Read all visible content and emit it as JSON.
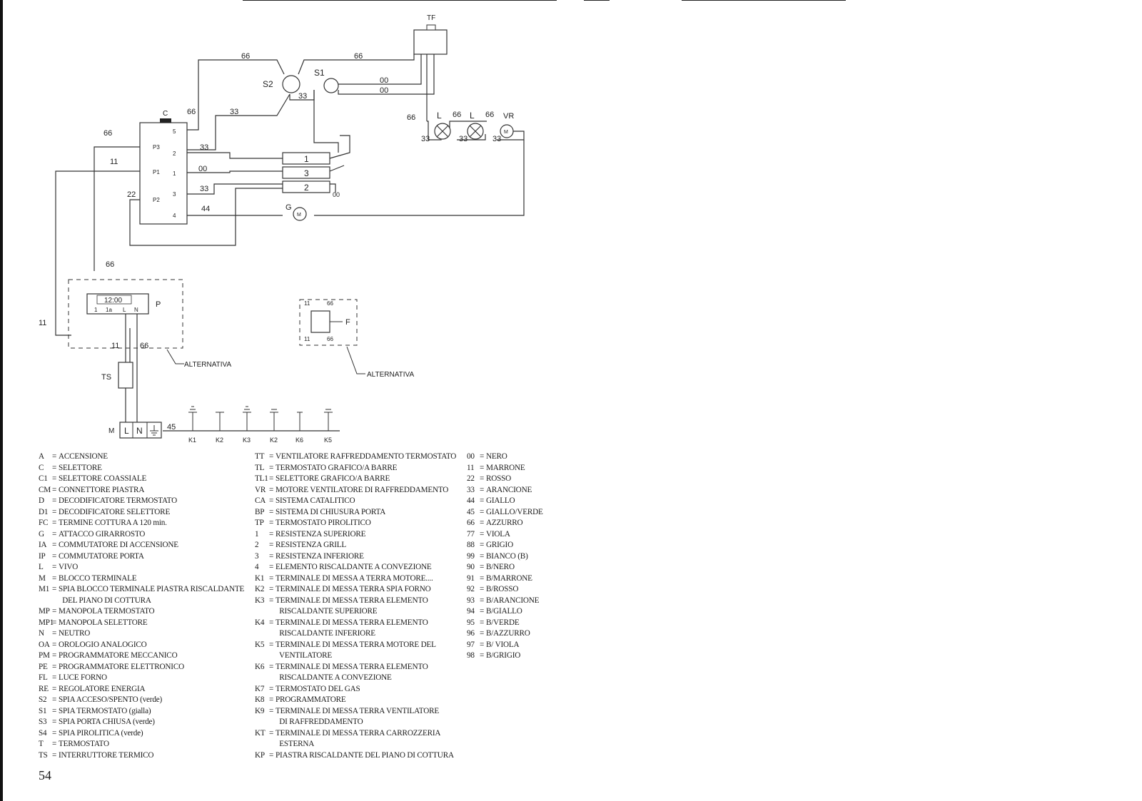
{
  "page": {
    "number": "54"
  },
  "diagram": {
    "wire_labels": {
      "w66_top_left": "66",
      "w66_top_right": "66",
      "w66_c": "66",
      "w66_p3": "66",
      "w66_lamp_l": "66",
      "w66_l1": "66",
      "w66_l2": "66",
      "w66_clock": "66",
      "w66_fuse": "66",
      "w66_alt": "66",
      "w66_alt_b": "66",
      "w33_s2": "33",
      "w33_c": "33",
      "w33_t2": "33",
      "w33_t3": "33",
      "w33_l1": "33",
      "w33_l2": "33",
      "w33_vr": "33",
      "w00_s1_a": "00",
      "w00_s1_b": "00",
      "w00_t1": "00",
      "w00_r2": "00",
      "w11_p1": "11",
      "w11_left": "11",
      "w11_clock": "11",
      "w11_alt": "11",
      "w11_alt_b": "11",
      "w22": "22",
      "w44": "44",
      "w45": "45"
    },
    "components": {
      "tf": "TF",
      "s2": "S2",
      "s1": "S1",
      "lamp1": "L",
      "lamp2": "L",
      "fan": "VR",
      "selector": "C",
      "pin_p3": "P3",
      "pin_p1": "P1",
      "pin_p2": "P2",
      "pin_5": "5",
      "pin_2": "2",
      "pin_1": "1",
      "pin_3": "3",
      "pin_4": "4",
      "res1": "1",
      "res3": "3",
      "res2": "2",
      "motor": "G",
      "motor_symbol": "M",
      "prog": "P",
      "clock_time": "12:00",
      "clock_pins": [
        "1",
        "1a",
        "L",
        "N"
      ],
      "fuse": "F",
      "ts": "TS",
      "terminal_block": "M",
      "tb_live": "L",
      "tb_neutral": "N",
      "alt_label_1": "ALTERNATIVA",
      "alt_label_2": "ALTERNATIVA",
      "earth_terms": [
        "K1",
        "K2",
        "K3",
        "K2",
        "K6",
        "K5"
      ]
    }
  },
  "legend_left": [
    {
      "code": "A",
      "desc": "ACCENSIONE"
    },
    {
      "code": "C",
      "desc": "SELETTORE"
    },
    {
      "code": "C1",
      "desc": "SELETTORE COASSIALE"
    },
    {
      "code": "CM",
      "desc": "CONNETTORE PIASTRA"
    },
    {
      "code": "D",
      "desc": "DECODIFICATORE TERMOSTATO"
    },
    {
      "code": "D1",
      "desc": "DECODIFICATORE SELETTORE"
    },
    {
      "code": "FC",
      "desc": "TERMINE COTTURA A 120 min."
    },
    {
      "code": "G",
      "desc": "ATTACCO GIRARROSTO"
    },
    {
      "code": "IA",
      "desc": "COMMUTATORE DI ACCENSIONE"
    },
    {
      "code": "IP",
      "desc": "COMMUTATORE PORTA"
    },
    {
      "code": "L",
      "desc": "VIVO"
    },
    {
      "code": "M",
      "desc": "BLOCCO TERMINALE"
    },
    {
      "code": "M1",
      "desc": "SPIA BLOCCO TERMINALE PIASTRA RISCALDANTE"
    },
    {
      "code": "",
      "desc": "  DEL PIANO DI COTTURA"
    },
    {
      "code": "MP",
      "desc": "MANOPOLA TERMOSTATO"
    },
    {
      "code": "MP1",
      "desc": "MANOPOLA SELETTORE"
    },
    {
      "code": "N",
      "desc": "NEUTRO"
    },
    {
      "code": "OA",
      "desc": "OROLOGIO ANALOGICO"
    },
    {
      "code": "PM",
      "desc": "PROGRAMMATORE MECCANICO"
    },
    {
      "code": "PE",
      "desc": "PROGRAMMATORE ELETTRONICO"
    },
    {
      "code": "FL",
      "desc": "LUCE FORNO"
    },
    {
      "code": "RE",
      "desc": "REGOLATORE ENERGIA"
    },
    {
      "code": "S2",
      "desc": "SPIA ACCESO/SPENTO (verde)"
    },
    {
      "code": "S1",
      "desc": "SPIA TERMOSTATO (gialla)"
    },
    {
      "code": "S3",
      "desc": "SPIA PORTA CHIUSA (verde)"
    },
    {
      "code": "S4",
      "desc": "SPIA PIROLITICA (verde)"
    },
    {
      "code": "T",
      "desc": "TERMOSTATO"
    },
    {
      "code": "TS",
      "desc": "INTERRUTTORE TERMICO"
    }
  ],
  "legend_mid": [
    {
      "code": "TT",
      "desc": "VENTILATORE RAFFREDDAMENTO TERMOSTATO"
    },
    {
      "code": "TL",
      "desc": "TERMOSTATO GRAFICO/A BARRE"
    },
    {
      "code": "TL1",
      "desc": "SELETTORE GRAFICO/A BARRE"
    },
    {
      "code": "VR",
      "desc": "MOTORE VENTILATORE DI RAFFREDDAMENTO"
    },
    {
      "code": "CA",
      "desc": "SISTEMA CATALITICO"
    },
    {
      "code": "BP",
      "desc": "SISTEMA DI CHIUSURA PORTA"
    },
    {
      "code": "TP",
      "desc": "TERMOSTATO PIROLITICO"
    },
    {
      "code": "1",
      "desc": "RESISTENZA SUPERIORE"
    },
    {
      "code": "2",
      "desc": "RESISTENZA GRILL"
    },
    {
      "code": "3",
      "desc": "RESISTENZA INFERIORE"
    },
    {
      "code": "4",
      "desc": "ELEMENTO RISCALDANTE A CONVEZIONE"
    },
    {
      "code": "K1",
      "desc": "TERMINALE DI MESSA A TERRA MOTORE...."
    },
    {
      "code": "K2",
      "desc": "TERMINALE DI MESSA TERRA SPIA FORNO"
    },
    {
      "code": "K3",
      "desc": "TERMINALE DI MESSA TERRA ELEMENTO"
    },
    {
      "code": "",
      "desc": "  RISCALDANTE SUPERIORE"
    },
    {
      "code": "K4",
      "desc": "TERMINALE DI MESSA TERRA ELEMENTO"
    },
    {
      "code": "",
      "desc": "  RISCALDANTE INFERIORE"
    },
    {
      "code": "K5",
      "desc": "TERMINALE DI MESSA TERRA MOTORE DEL"
    },
    {
      "code": "",
      "desc": "  VENTILATORE"
    },
    {
      "code": "K6",
      "desc": "TERMINALE DI MESSA TERRA ELEMENTO"
    },
    {
      "code": "",
      "desc": "  RISCALDANTE A CONVEZIONE"
    },
    {
      "code": "K7",
      "desc": "TERMOSTATO DEL GAS"
    },
    {
      "code": "K8",
      "desc": "PROGRAMMATORE"
    },
    {
      "code": "K9",
      "desc": "TERMINALE DI MESSA TERRA VENTILATORE"
    },
    {
      "code": "",
      "desc": "  DI RAFFREDDAMENTO"
    },
    {
      "code": "KT",
      "desc": "TERMINALE DI MESSA TERRA CARROZZERIA"
    },
    {
      "code": "",
      "desc": "  ESTERNA"
    },
    {
      "code": "KP",
      "desc": "PIASTRA RISCALDANTE DEL PIANO DI COTTURA"
    }
  ],
  "legend_colors": [
    {
      "code": "00",
      "desc": "NERO"
    },
    {
      "code": "11",
      "desc": "MARRONE"
    },
    {
      "code": "22",
      "desc": "ROSSO"
    },
    {
      "code": "33",
      "desc": "ARANCIONE"
    },
    {
      "code": "44",
      "desc": "GIALLO"
    },
    {
      "code": "45",
      "desc": "GIALLO/VERDE"
    },
    {
      "code": "66",
      "desc": "AZZURRO"
    },
    {
      "code": "77",
      "desc": "VIOLA"
    },
    {
      "code": "88",
      "desc": "GRIGIO"
    },
    {
      "code": "99",
      "desc": "BIANCO (B)"
    },
    {
      "code": "90",
      "desc": "B/NERO"
    },
    {
      "code": "91",
      "desc": "B/MARRONE"
    },
    {
      "code": "92",
      "desc": "B/ROSSO"
    },
    {
      "code": "93",
      "desc": "B/ARANCIONE"
    },
    {
      "code": "94",
      "desc": "B/GIALLO"
    },
    {
      "code": "95",
      "desc": "B/VERDE"
    },
    {
      "code": "96",
      "desc": "B/AZZURRO"
    },
    {
      "code": "97",
      "desc": "B/ VIOLA"
    },
    {
      "code": "98",
      "desc": "B/GRIGIO"
    }
  ]
}
